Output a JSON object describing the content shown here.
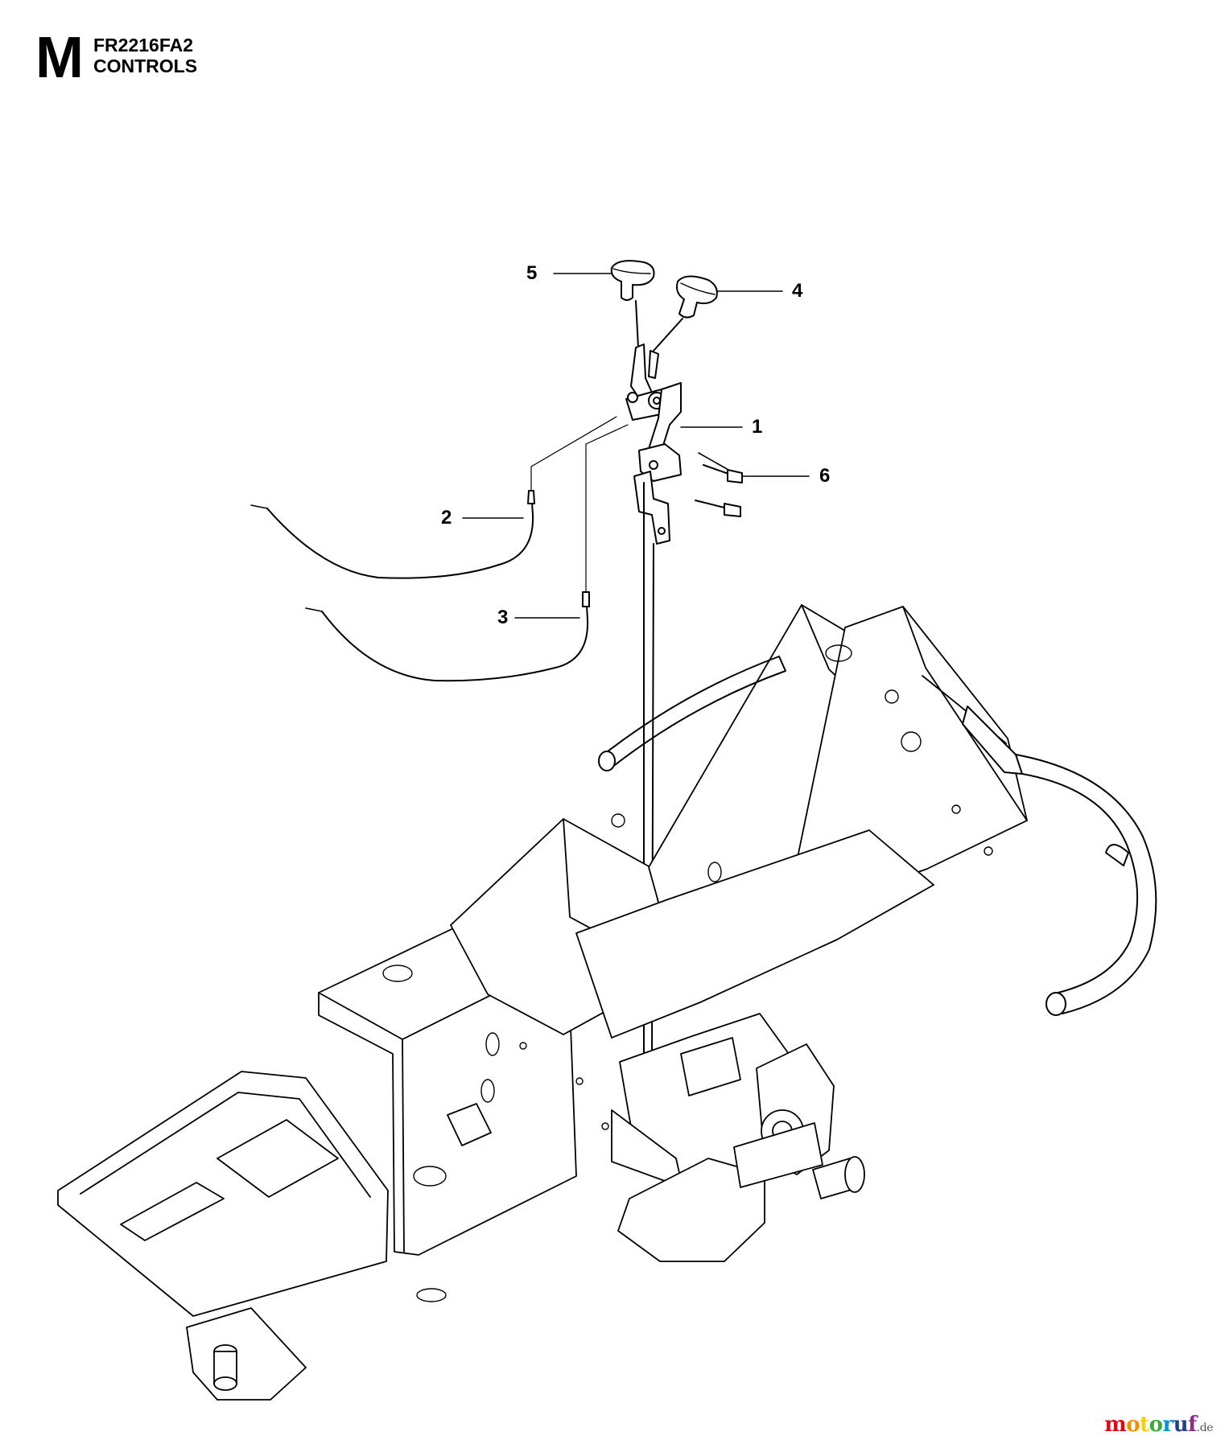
{
  "header": {
    "section_letter": "M",
    "model": "FR2216FA2",
    "title": "CONTROLS"
  },
  "callouts": [
    {
      "id": "1",
      "label": "1"
    },
    {
      "id": "2",
      "label": "2"
    },
    {
      "id": "3",
      "label": "3"
    },
    {
      "id": "4",
      "label": "4"
    },
    {
      "id": "5",
      "label": "5"
    },
    {
      "id": "6",
      "label": "6"
    }
  ],
  "watermark": {
    "m": "m",
    "o1": "o",
    "t": "t",
    "o2": "o",
    "r": "r",
    "u": "u",
    "f": "f",
    "suffix": ".de",
    "colors": [
      "#e30613",
      "#f39200",
      "#ffcc00",
      "#3aaa35",
      "#0096d6",
      "#1d3f8f",
      "#8e2c8a"
    ]
  },
  "colors": {
    "line": "#000000",
    "background": "#ffffff"
  }
}
